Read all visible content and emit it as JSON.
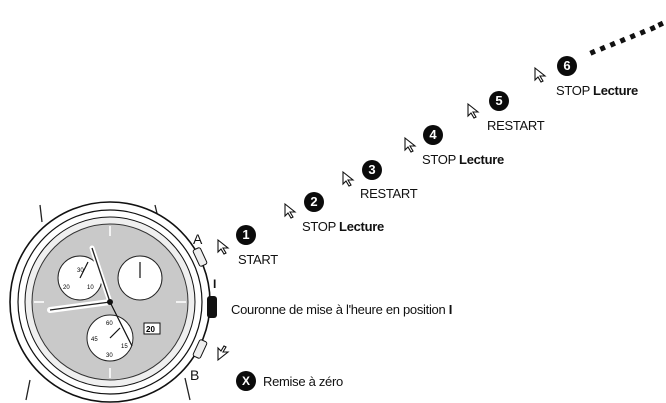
{
  "pushers": {
    "a": "A",
    "b": "B",
    "crown_position": "I"
  },
  "steps": [
    {
      "num": "1",
      "text": "START",
      "bold": ""
    },
    {
      "num": "2",
      "text": "STOP",
      "bold": "Lecture"
    },
    {
      "num": "3",
      "text": "RESTART",
      "bold": ""
    },
    {
      "num": "4",
      "text": "STOP",
      "bold": "Lecture"
    },
    {
      "num": "5",
      "text": "RESTART",
      "bold": ""
    },
    {
      "num": "6",
      "text": "STOP",
      "bold": "Lecture"
    }
  ],
  "crown_note": {
    "text": "Couronne de mise à l'heure en position",
    "position": "I"
  },
  "reset": {
    "symbol": "X",
    "text": "Remise à zéro"
  },
  "dial": {
    "date": "20",
    "sub_left_ticks": [
      "30",
      "20",
      "10"
    ],
    "sub_bottom_ticks": [
      "60",
      "45",
      "15",
      "30"
    ]
  }
}
